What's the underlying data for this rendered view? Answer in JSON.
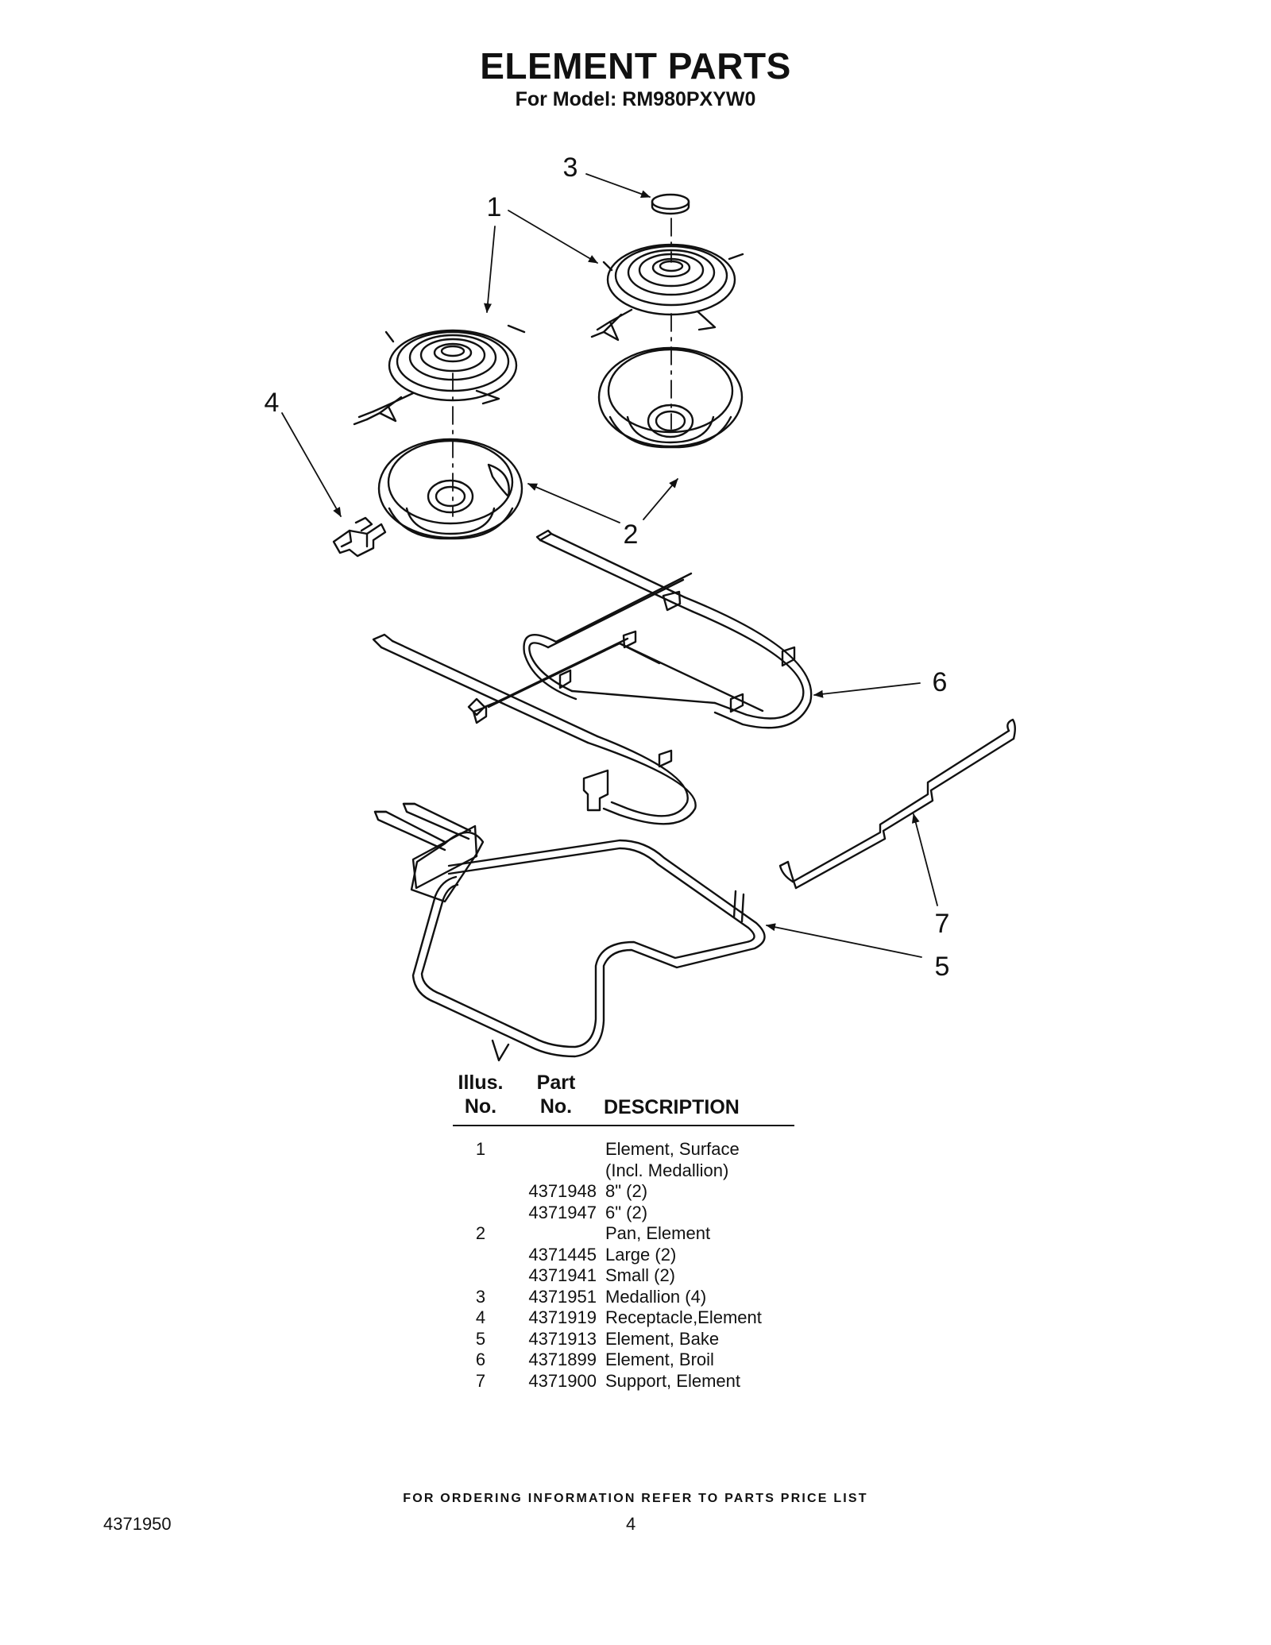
{
  "header": {
    "title": "ELEMENT PARTS",
    "subtitle": "For Model: RM980PXYW0"
  },
  "diagram": {
    "callouts": [
      "3",
      "1",
      "4",
      "2",
      "6",
      "7",
      "5"
    ]
  },
  "parts_table": {
    "headers": {
      "illus_line1": "Illus.",
      "illus_line2": "No.",
      "part_line1": "Part",
      "part_line2": "No.",
      "description": "DESCRIPTION"
    },
    "rows": [
      {
        "illus": "1",
        "part": "",
        "description": "Element, Surface"
      },
      {
        "illus": "",
        "part": "",
        "description": "(Incl. Medallion)"
      },
      {
        "illus": "",
        "part": "4371948",
        "description": "8\" (2)"
      },
      {
        "illus": "",
        "part": "4371947",
        "description": "6\" (2)"
      },
      {
        "illus": "2",
        "part": "",
        "description": "Pan, Element"
      },
      {
        "illus": "",
        "part": "4371445",
        "description": "Large (2)"
      },
      {
        "illus": "",
        "part": "4371941",
        "description": "Small (2)"
      },
      {
        "illus": "3",
        "part": "4371951",
        "description": "Medallion (4)"
      },
      {
        "illus": "4",
        "part": "4371919",
        "description": "Receptacle,Element"
      },
      {
        "illus": "5",
        "part": "4371913",
        "description": "Element, Bake"
      },
      {
        "illus": "6",
        "part": "4371899",
        "description": "Element, Broil"
      },
      {
        "illus": "7",
        "part": "4371900",
        "description": "Support, Element"
      }
    ]
  },
  "footer": {
    "note": "FOR ORDERING INFORMATION REFER TO PARTS PRICE LIST",
    "doc_number": "4371950",
    "page_number": "4"
  }
}
